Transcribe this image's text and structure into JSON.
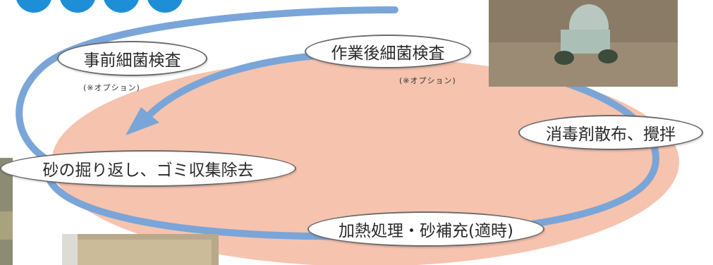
{
  "diagram": {
    "steps": {
      "pre_inspection": "事前細菌検査",
      "post_inspection": "作業後細菌検査",
      "disinfect": "消毒剤散布、攪拌",
      "dig": "砂の掘り返し、ゴミ収集除去",
      "heat": "加熱処理・砂補充(適時)"
    },
    "notes": {
      "pre_option": "(※オプション)",
      "post_option": "(※オプション)"
    }
  },
  "colors": {
    "arrow": "#7aa5d8",
    "ellipse_fill": "#f6c3ae",
    "badge": "#1e8fd6"
  }
}
